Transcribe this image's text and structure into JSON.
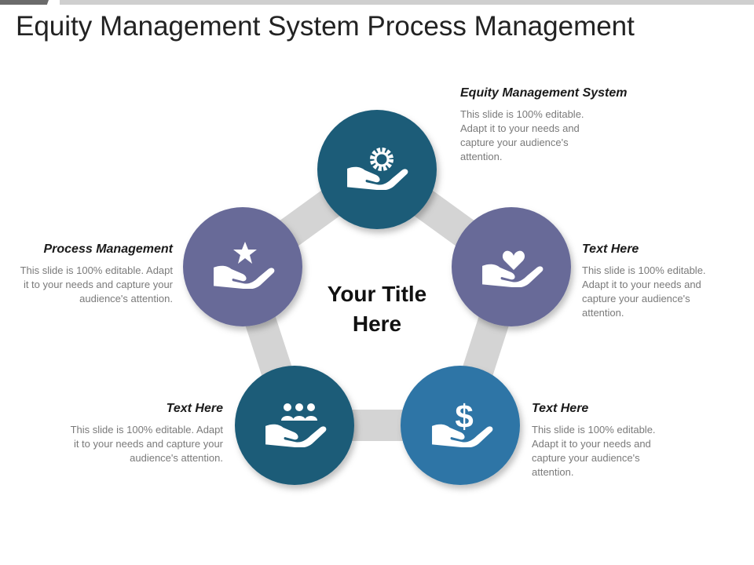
{
  "slide": {
    "title": "Equity Management System Process Management",
    "center_title_line1": "Your Title",
    "center_title_line2": "Here"
  },
  "nodes": [
    {
      "id": "top",
      "color": "#1e5b78",
      "icon": "hand-gear-icon",
      "heading": "Equity Management System",
      "body": "This slide is 100% editable. Adapt it to your needs and capture your audience's attention."
    },
    {
      "id": "right",
      "color": "#676a98",
      "icon": "hand-heart-icon",
      "heading": "Text Here",
      "body": "This slide is 100% editable. Adapt it to your needs and capture your audience's attention."
    },
    {
      "id": "bottom-right",
      "color": "#2f75a6",
      "icon": "hand-dollar-icon",
      "heading": "Text Here",
      "body": "This slide is 100% editable. Adapt it to your needs and capture your audience's attention."
    },
    {
      "id": "bottom-left",
      "color": "#1e5b78",
      "icon": "hand-people-icon",
      "heading": "Text Here",
      "body": "This slide is 100% editable. Adapt it to your needs and capture your audience's attention."
    },
    {
      "id": "left",
      "color": "#676a98",
      "icon": "hand-star-icon",
      "heading": "Process Management",
      "body": "This slide is 100% editable. Adapt it to your needs and capture your audience's attention."
    }
  ],
  "colors": {
    "connector": "#d4d4d4",
    "heading": "#1a1a1a",
    "body": "#7a7a7a"
  }
}
